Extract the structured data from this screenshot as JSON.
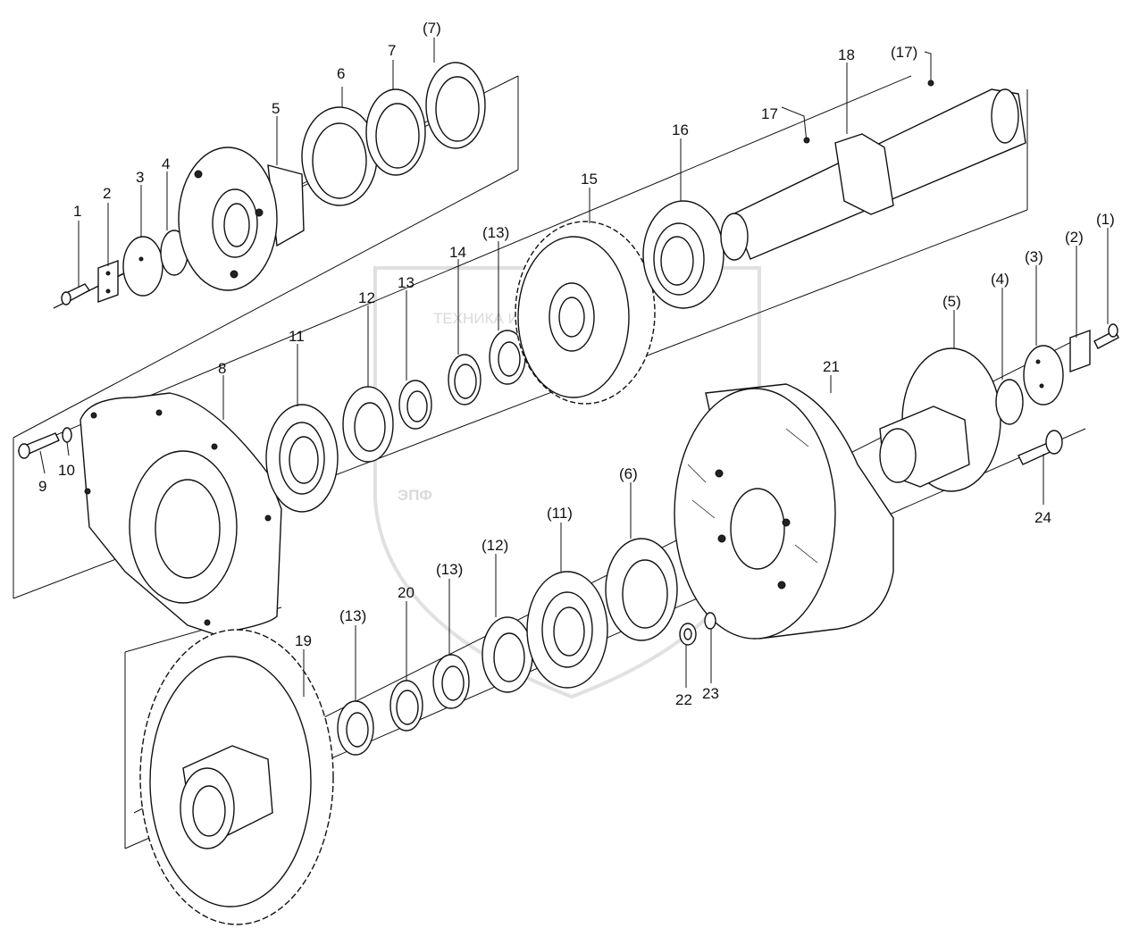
{
  "watermark": {
    "text": "ТЕХНИКА И ЗАПЧАСТИ",
    "logo": "ЭПФ"
  },
  "labels": [
    {
      "id": "l1",
      "text": "1"
    },
    {
      "id": "l2",
      "text": "2"
    },
    {
      "id": "l3",
      "text": "3"
    },
    {
      "id": "l4",
      "text": "4"
    },
    {
      "id": "l5",
      "text": "5"
    },
    {
      "id": "l6",
      "text": "6"
    },
    {
      "id": "l7",
      "text": "7"
    },
    {
      "id": "l7p",
      "text": "(7)"
    },
    {
      "id": "l8",
      "text": "8"
    },
    {
      "id": "l9",
      "text": "9"
    },
    {
      "id": "l10",
      "text": "10"
    },
    {
      "id": "l11",
      "text": "11"
    },
    {
      "id": "l12",
      "text": "12"
    },
    {
      "id": "l13",
      "text": "13"
    },
    {
      "id": "l13pa",
      "text": "(13)"
    },
    {
      "id": "l14",
      "text": "14"
    },
    {
      "id": "l15",
      "text": "15"
    },
    {
      "id": "l16",
      "text": "16"
    },
    {
      "id": "l17",
      "text": "17"
    },
    {
      "id": "l17p",
      "text": "(17)"
    },
    {
      "id": "l18",
      "text": "18"
    },
    {
      "id": "l19",
      "text": "19"
    },
    {
      "id": "l13pb",
      "text": "(13)"
    },
    {
      "id": "l20",
      "text": "20"
    },
    {
      "id": "l13pc",
      "text": "(13)"
    },
    {
      "id": "l12p",
      "text": "(12)"
    },
    {
      "id": "l11p",
      "text": "(11)"
    },
    {
      "id": "l6p",
      "text": "(6)"
    },
    {
      "id": "l21",
      "text": "21"
    },
    {
      "id": "l22",
      "text": "22"
    },
    {
      "id": "l23",
      "text": "23"
    },
    {
      "id": "l24",
      "text": "24"
    },
    {
      "id": "l5p",
      "text": "(5)"
    },
    {
      "id": "l4p",
      "text": "(4)"
    },
    {
      "id": "l3p",
      "text": "(3)"
    },
    {
      "id": "l2p",
      "text": "(2)"
    },
    {
      "id": "l1p",
      "text": "(1)"
    }
  ]
}
